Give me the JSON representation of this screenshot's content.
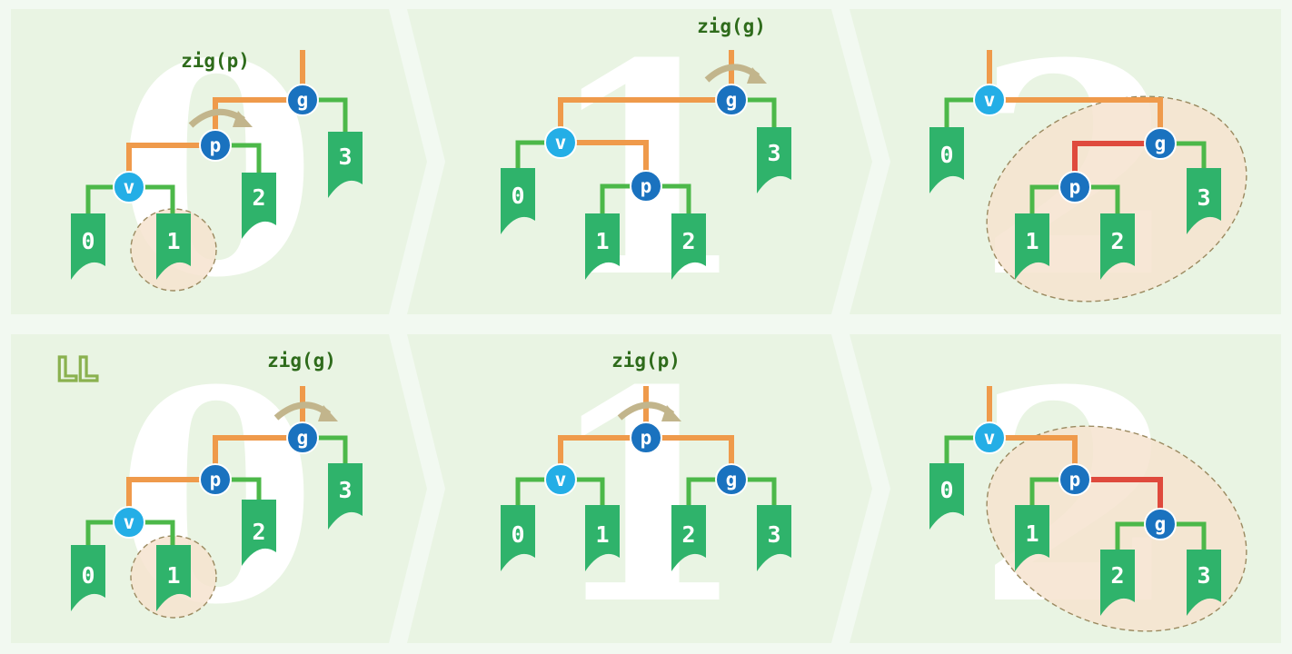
{
  "corner_label": "LL",
  "rows": [
    {
      "panels": [
        {
          "step": "0",
          "operation": "zig(p)"
        },
        {
          "step": "1",
          "operation": "zig(g)"
        },
        {
          "step": "2",
          "operation": ""
        }
      ]
    },
    {
      "panels": [
        {
          "step": "0",
          "operation": "zig(g)"
        },
        {
          "step": "1",
          "operation": "zig(p)"
        },
        {
          "step": "2",
          "operation": ""
        }
      ]
    }
  ],
  "nodes": {
    "v": "v",
    "p": "p",
    "g": "g"
  },
  "subtrees": [
    "0",
    "1",
    "2",
    "3"
  ],
  "colors": {
    "background": "#f2f9f1",
    "panel": "#e9f4e3",
    "path_edge": "#ef9a4b",
    "subtree_edge": "#4cb849",
    "highlight_edge": "#df4a3d",
    "subtree": "#2fb36b",
    "node_v": "#24aee6",
    "node_pg": "#1a72bf",
    "rotation_arrow": "#c2b58c",
    "highlight_region": "#f6e3cf"
  }
}
